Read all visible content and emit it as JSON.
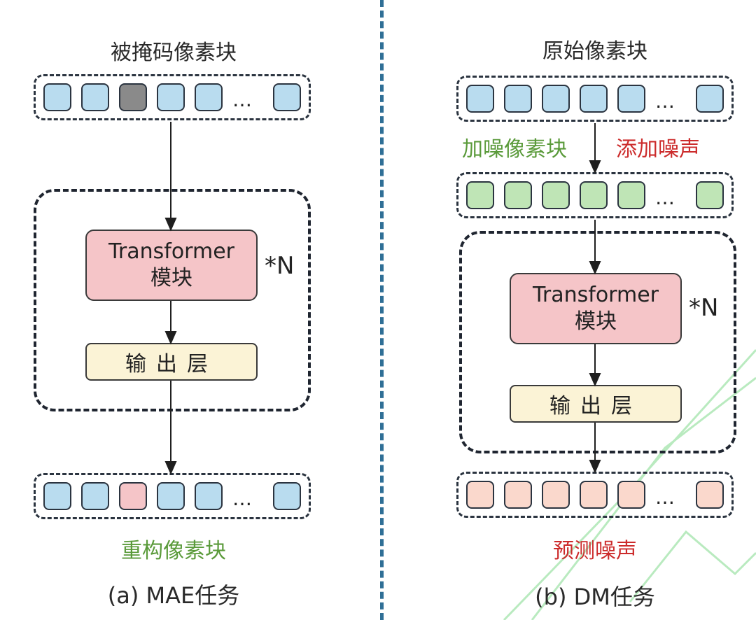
{
  "colors": {
    "blue_patch": "#b9dcef",
    "gray_patch": "#8a8a8a",
    "pink_patch": "#f5c5c8",
    "green_patch": "#bfe5b6",
    "peach_patch": "#fad8cc",
    "transformer_fill": "#f5c5c8",
    "output_fill": "#fbf3d6",
    "green_text": "#5a9a3a",
    "red_text": "#cc2b2b",
    "divider": "#2f6f96"
  },
  "left": {
    "top_label": "被掩码像素块",
    "transformer_line1": "Transformer",
    "transformer_line2": "模块",
    "repeat": "*N",
    "output_layer": "输出层",
    "ellipsis": "…",
    "bottom_label": "重构像素块",
    "caption": "(a) MAE任务",
    "input_patches": [
      "blue",
      "blue",
      "gray",
      "blue",
      "blue",
      "blue"
    ],
    "output_patches": [
      "blue",
      "blue",
      "pink",
      "blue",
      "blue",
      "blue"
    ]
  },
  "right": {
    "top_label": "原始像素块",
    "noised_label": "加噪像素块",
    "add_noise_label": "添加噪声",
    "transformer_line1": "Transformer",
    "transformer_line2": "模块",
    "repeat": "*N",
    "output_layer": "输出层",
    "ellipsis": "…",
    "bottom_label": "预测噪声",
    "caption": "(b) DM任务",
    "input_patches": [
      "blue",
      "blue",
      "blue",
      "blue",
      "blue",
      "blue"
    ],
    "noised_patches": [
      "green",
      "green",
      "green",
      "green",
      "green",
      "green"
    ],
    "output_patches": [
      "peach",
      "peach",
      "peach",
      "peach",
      "peach",
      "peach"
    ]
  }
}
